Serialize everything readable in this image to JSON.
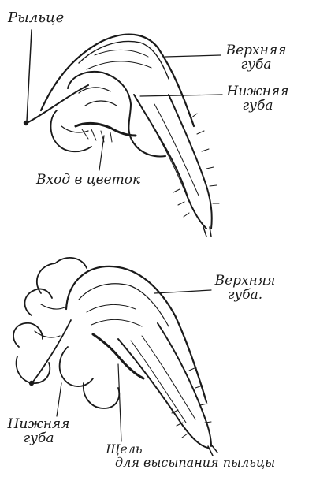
{
  "top": {
    "stigma": "Рыльце",
    "upper_lip_line1": "Верхняя",
    "upper_lip_line2": "губа",
    "lower_lip_line1": "Нижняя",
    "lower_lip_line2": "губа",
    "entrance": "Вход в цветок"
  },
  "bottom": {
    "upper_lip_line1": "Верхняя",
    "upper_lip_line2": "губа.",
    "lower_lip_line1": "Нижняя",
    "lower_lip_line2": "губа",
    "slit_line1": "Щель",
    "slit_line2": "для высыпания пыльцы"
  },
  "colors": {
    "ink": "#1a1a1a",
    "paper": "#ffffff"
  }
}
